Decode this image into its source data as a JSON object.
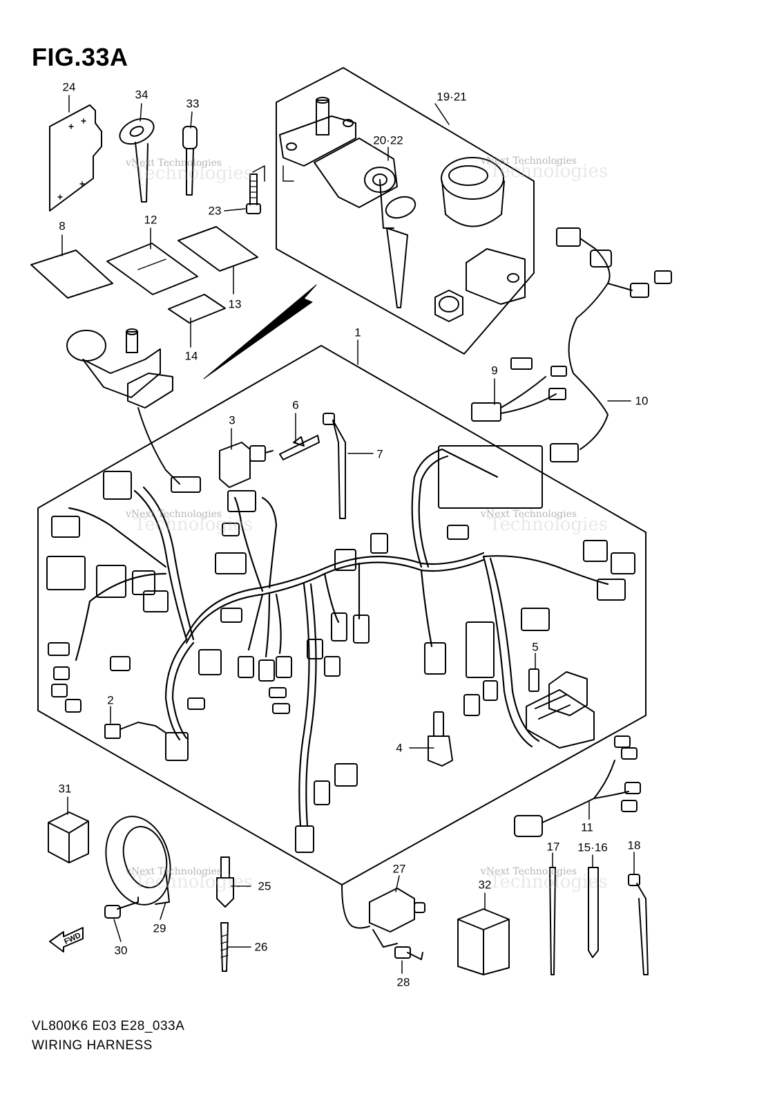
{
  "figure": {
    "title": "FIG.33A",
    "model_code": "VL800K6 E03 E28_033A",
    "caption": "WIRING HARNESS"
  },
  "watermark": {
    "line1": "vNext Technologies",
    "line2": "Technologies"
  },
  "fwd_label": "FWD",
  "callouts": {
    "c1": "1",
    "c2": "2",
    "c3": "3",
    "c4": "4",
    "c5": "5",
    "c6": "6",
    "c7": "7",
    "c8": "8",
    "c9": "9",
    "c10": "10",
    "c11": "11",
    "c12": "12",
    "c13": "13",
    "c14": "14",
    "c15_16": "15·16",
    "c17": "17",
    "c18": "18",
    "c19_21": "19·21",
    "c20_22": "20·22",
    "c23": "23",
    "c24": "24",
    "c25": "25",
    "c26": "26",
    "c27": "27",
    "c28": "28",
    "c29": "29",
    "c30": "30",
    "c31": "31",
    "c32": "32",
    "c33": "33",
    "c34": "34"
  },
  "colors": {
    "line": "#000000",
    "background": "#ffffff",
    "watermark": "#9a9a9a"
  }
}
